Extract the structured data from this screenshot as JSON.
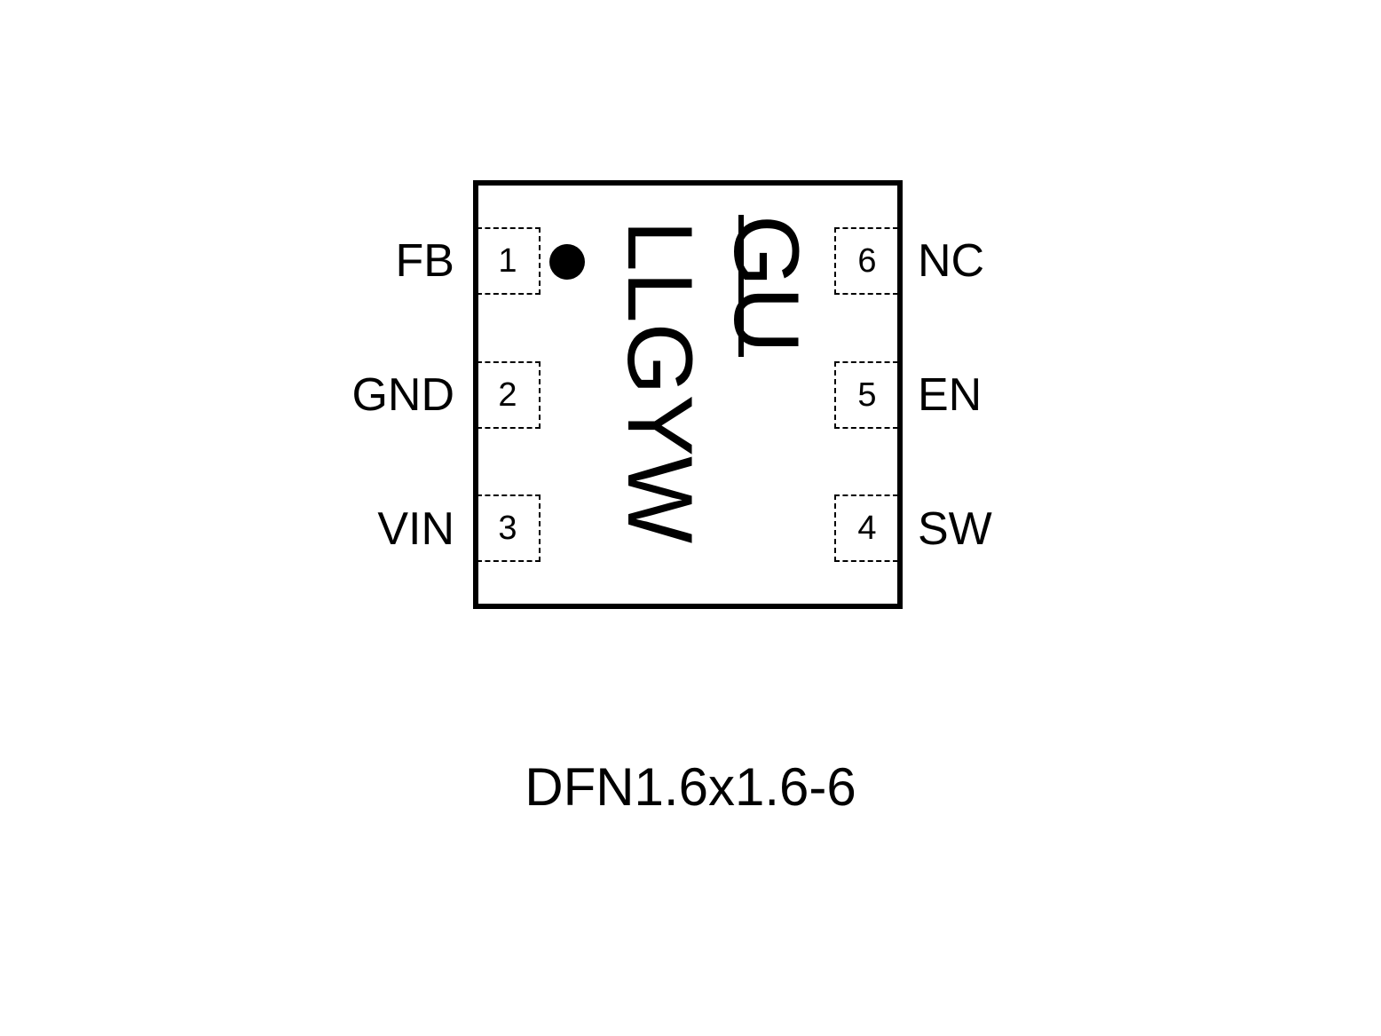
{
  "diagram": {
    "package_name": "DFN1.6x1.6-6",
    "marking": {
      "line1": "GU",
      "line2": "LLGYW"
    },
    "pins": [
      {
        "number": "1",
        "name": "FB"
      },
      {
        "number": "2",
        "name": "GND"
      },
      {
        "number": "3",
        "name": "VIN"
      },
      {
        "number": "4",
        "name": "SW"
      },
      {
        "number": "5",
        "name": "EN"
      },
      {
        "number": "6",
        "name": "NC"
      }
    ]
  }
}
